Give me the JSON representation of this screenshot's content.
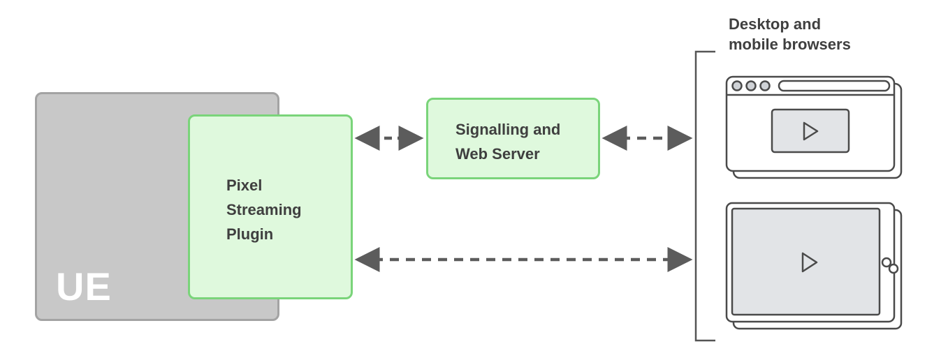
{
  "ue": {
    "label": "UE"
  },
  "plugin": {
    "label": "Pixel\nStreaming\nPlugin"
  },
  "server": {
    "label": "Signalling and\nWeb Server"
  },
  "browsers": {
    "label": "Desktop and\nmobile browsers"
  },
  "colors": {
    "ue_fill": "#c8c8c8",
    "ue_border": "#a3a3a3",
    "node_fill": "#dff9dd",
    "node_border": "#7ad47a",
    "arrow": "#5c5c5c",
    "device_stroke": "#4a4a4a",
    "device_fill": "#e2e4e7"
  },
  "icons": [
    "play-icon",
    "browser-window-icon",
    "tablet-icon"
  ]
}
